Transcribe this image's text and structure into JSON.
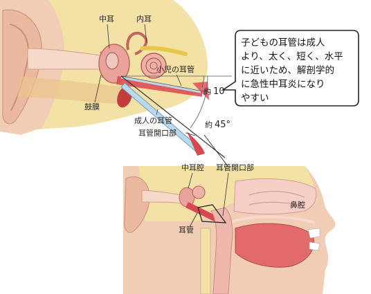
{
  "labels": {
    "middle_ear": "中耳",
    "inner_ear": "内耳",
    "child_tube": "小児の耳管",
    "eardrum": "鼓膜",
    "adult_tube": "成人の耳管",
    "tube_opening": "耳管開口部",
    "angle_child_prefix": "約",
    "angle_child_value": "10°",
    "angle_adult_prefix": "約",
    "angle_adult_value": "45°",
    "middle_ear_cavity": "中耳腔",
    "tube_opening_2": "耳管開口部",
    "nasal_cavity": "鼻腔",
    "eustachian_tube": "耳管"
  },
  "callout": {
    "lines": [
      "子どもの耳管は成人",
      "より、太く、短く、水平",
      "に近いため、解剖学的",
      "に急性中耳炎になり",
      "やすい"
    ]
  },
  "colors": {
    "bone": "#f3e2a6",
    "skin": "#f1cdb5",
    "pink": "#e9a39b",
    "red": "#c43d3d",
    "tube_blue": "#bcd9ec",
    "nerve": "#e7c74a",
    "lining": "#d9474f"
  }
}
